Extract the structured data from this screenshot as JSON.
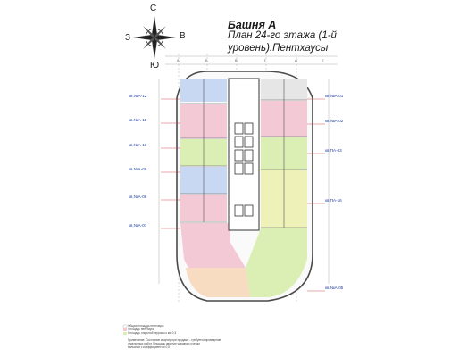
{
  "title": {
    "line1": "Башня А",
    "line2": "План 24-го этажа (1-й",
    "line3": "уровень).Пентхаусы"
  },
  "compass": {
    "north": "С",
    "south": "Ю",
    "west": "З",
    "east": "В"
  },
  "grid_letters_top": [
    "А",
    "Б",
    "В",
    "Г",
    "Д",
    "Е"
  ],
  "colors": {
    "blue": "#c9d8f2",
    "pink": "#f3c9d6",
    "green": "#dbeeb4",
    "orange": "#f7dcc1",
    "yellow": "#eef1b8",
    "grey": "#dcdcdc",
    "purple": "#e6d2ee",
    "label_red": "#c0272d",
    "outline": "#4a4a4a"
  },
  "apartments": [
    {
      "id": "kv-a12",
      "name": "кв.№А-12",
      "color": "blue",
      "side": "left"
    },
    {
      "id": "kv-a11",
      "name": "кв.№А-11",
      "color": "pink",
      "side": "left"
    },
    {
      "id": "kv-a10",
      "name": "кв.№А-10",
      "color": "green",
      "side": "left"
    },
    {
      "id": "kv-a09",
      "name": "кв.№А-09",
      "color": "blue",
      "side": "left"
    },
    {
      "id": "kv-a08",
      "name": "кв.№А-08",
      "color": "pink",
      "side": "left"
    },
    {
      "id": "kv-a07",
      "name": "кв.№А-07",
      "color": "pink",
      "side": "left"
    },
    {
      "id": "kv-a01",
      "name": "кв.№А-01",
      "color": "grey",
      "side": "right"
    },
    {
      "id": "kv-a02",
      "name": "кв.№А-02",
      "color": "pink",
      "side": "right"
    },
    {
      "id": "kv-pa03",
      "name": "кв.ПА-03",
      "color": "green",
      "side": "right"
    },
    {
      "id": "kv-pa16",
      "name": "кв.ПА-16",
      "color": "yellow",
      "side": "right"
    },
    {
      "id": "kv-a05",
      "name": "кв.№А-05",
      "color": "green",
      "side": "right"
    }
  ],
  "notes": [
    "Общая площадь пентхауса",
    "Площадь пентхауса",
    "Площадь открытой террасы к кв. 0,3",
    "Примечание: Состояние квартир при продаже - требуется проведение",
    "отделочных работ. Площадь квартир указана с учетом",
    "балконов с коэффициентом 0,5"
  ]
}
